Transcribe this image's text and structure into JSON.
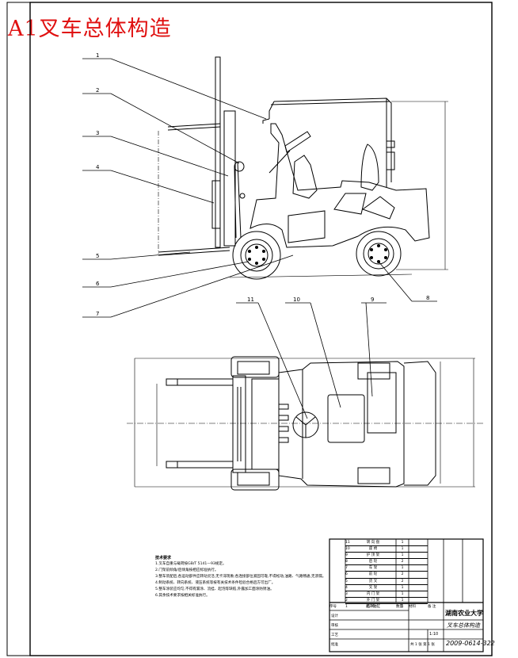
{
  "drawing": {
    "title": "A1叉车总体构造",
    "callouts": [
      "1",
      "2",
      "3",
      "4",
      "5",
      "6",
      "7",
      "8",
      "9",
      "10",
      "11"
    ],
    "notes": {
      "heading": "技术要求",
      "lines": [
        "1.叉车自重与载荷按GB/T 5141—93规定。",
        "2.门架前倾角/后倾角按相应标准执行。",
        "3.整车装配后,各运动部件应转动灵活,无卡滞现象;各连接部位紧固可靠,不得松动,油路、气路畅通,无渗漏。",
        "4.制动系统、转向系统、液压系统等按有关技术条件检验合格后方可出厂。",
        "5.整车涂装应均匀,不得有漏涂、流挂、起泡等缺陷,外露加工面涂防锈油。",
        "6.其余技术要求按相关标准执行。"
      ]
    },
    "title_block": {
      "school": "湖南农业大学",
      "drawing_name": "叉车总体构造",
      "drawing_no": "2009-0614-322",
      "scale": "1:10",
      "sheet": "共 1 张 第 1 张",
      "parts_rows": [
        {
          "no": "11",
          "name": "转 向 盘",
          "qty": "1"
        },
        {
          "no": "10",
          "name": "座 椅",
          "qty": "1"
        },
        {
          "no": "9",
          "name": "护 顶 架",
          "qty": "1"
        },
        {
          "no": "8",
          "name": "后 轮",
          "qty": "2"
        },
        {
          "no": "7",
          "name": "车 架",
          "qty": "1"
        },
        {
          "no": "6",
          "name": "前 轮",
          "qty": "2"
        },
        {
          "no": "5",
          "name": "货 叉",
          "qty": "2"
        },
        {
          "no": "4",
          "name": "叉 架",
          "qty": "1"
        },
        {
          "no": "3",
          "name": "内 门 架",
          "qty": "1"
        },
        {
          "no": "2",
          "name": "外 门 架",
          "qty": "1"
        },
        {
          "no": "1",
          "name": "起升油缸",
          "qty": "1"
        }
      ],
      "header_labels": [
        "序号",
        "名 称",
        "数量",
        "材料",
        "备 注"
      ],
      "sign_labels": [
        "设计",
        "审核",
        "工艺",
        "批准"
      ]
    }
  }
}
